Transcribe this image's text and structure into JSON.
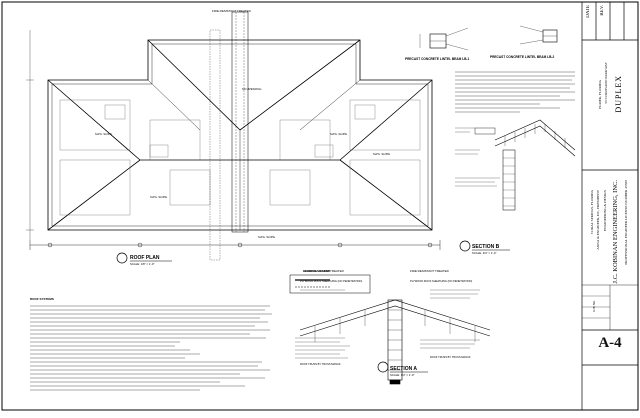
{
  "plan": {
    "roof_plan_title": "ROOF PLAN",
    "roof_plan_scale": "SCALE: 1/8\" = 1'-0\"",
    "bearing_legend_title": "BEARING LEGEND",
    "lintel_left_title": "PRECAST CONCRETE LINTEL BEAM LB-1",
    "lintel_right_title": "PRECAST CONCRETE LINTEL BEAM LB-2",
    "fire_treated_top": "FIRE RESISTANT TREATED",
    "section_b_title": "SECTION B",
    "section_b_scale": "SCALE: 3/4\" = 1'-0\"",
    "section_a_title": "SECTION A",
    "section_a_scale": "SCALE: 3/4\" = 1'-0\"",
    "roof_systems_heading": "ROOF SYSTEMS",
    "fire_left": "FIRE RESISTANT TREATED",
    "fire_right": "FIRE RESISTANT TREATED",
    "plywood_left": "PLYWOOD ROOF SHEATHING (NO PENETRATION)",
    "plywood_right": "PLYWOOD ROOF SHEATHING (NO PENETRATION)",
    "roof_truss_left": "ROOF TRUSS BY TRUSS MANUF.",
    "roof_truss_right": "ROOF TRUSS BY TRUSS MANUF."
  },
  "title_block": {
    "rev_header": "REV.",
    "date_header": "DATE",
    "project_name": "DUPLEX",
    "project_address": "55 CORONADO PARKWAY",
    "project_city": "ELMER, FLORIDA",
    "company_name": "J.C. KOBINAN ENGINEERING, INC.",
    "company_line2": "ENGINEERING & DESIGN",
    "company_line3": "ANNA & ENGINEER, P.E., PRESIDENT",
    "company_line4": "CORAL SPRINGS, FLORIDA",
    "license": "PROFESSIONAL ENGINEER LICENSE NUMBER 45588",
    "sheet_number": "A-4",
    "job_label": "JOB NO."
  },
  "colors": {
    "line": "#000000",
    "paper": "#ffffff"
  }
}
